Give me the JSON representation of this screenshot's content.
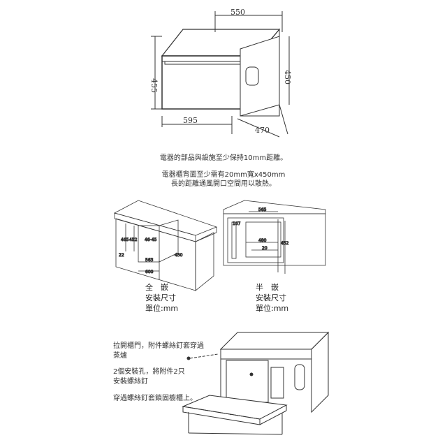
{
  "top_view": {
    "width": "550",
    "height_left": "455",
    "height_right": "450",
    "front_width": "595",
    "depth": "470"
  },
  "notes": {
    "line1": "電器的部品與設施至少保持10mm距離。",
    "line2": "電器櫃背面至少需有20mm寬x450mm",
    "line3": "長的距離通風開口空間用以散熱。"
  },
  "full_inset": {
    "dims": [
      "465",
      "452",
      "46-45",
      "22",
      "563",
      "450",
      "600"
    ],
    "caption1": "全　嵌",
    "caption2": "安裝尺寸",
    "caption3": "單位:mm"
  },
  "half_inset": {
    "dims": [
      "565",
      "167",
      "480",
      "20",
      "452"
    ],
    "caption1": "半　嵌",
    "caption2": "安裝尺寸",
    "caption3": "單位:mm"
  },
  "install": {
    "step1a": "拉開櫃門，附件螺絲釘套穿過",
    "step1b": "蒸爐",
    "step2a": "2個安裝孔，將附件2只",
    "step2b": "安裝螺絲釘",
    "step3": "穿過螺絲釘套鎖固櫥櫃上。"
  }
}
